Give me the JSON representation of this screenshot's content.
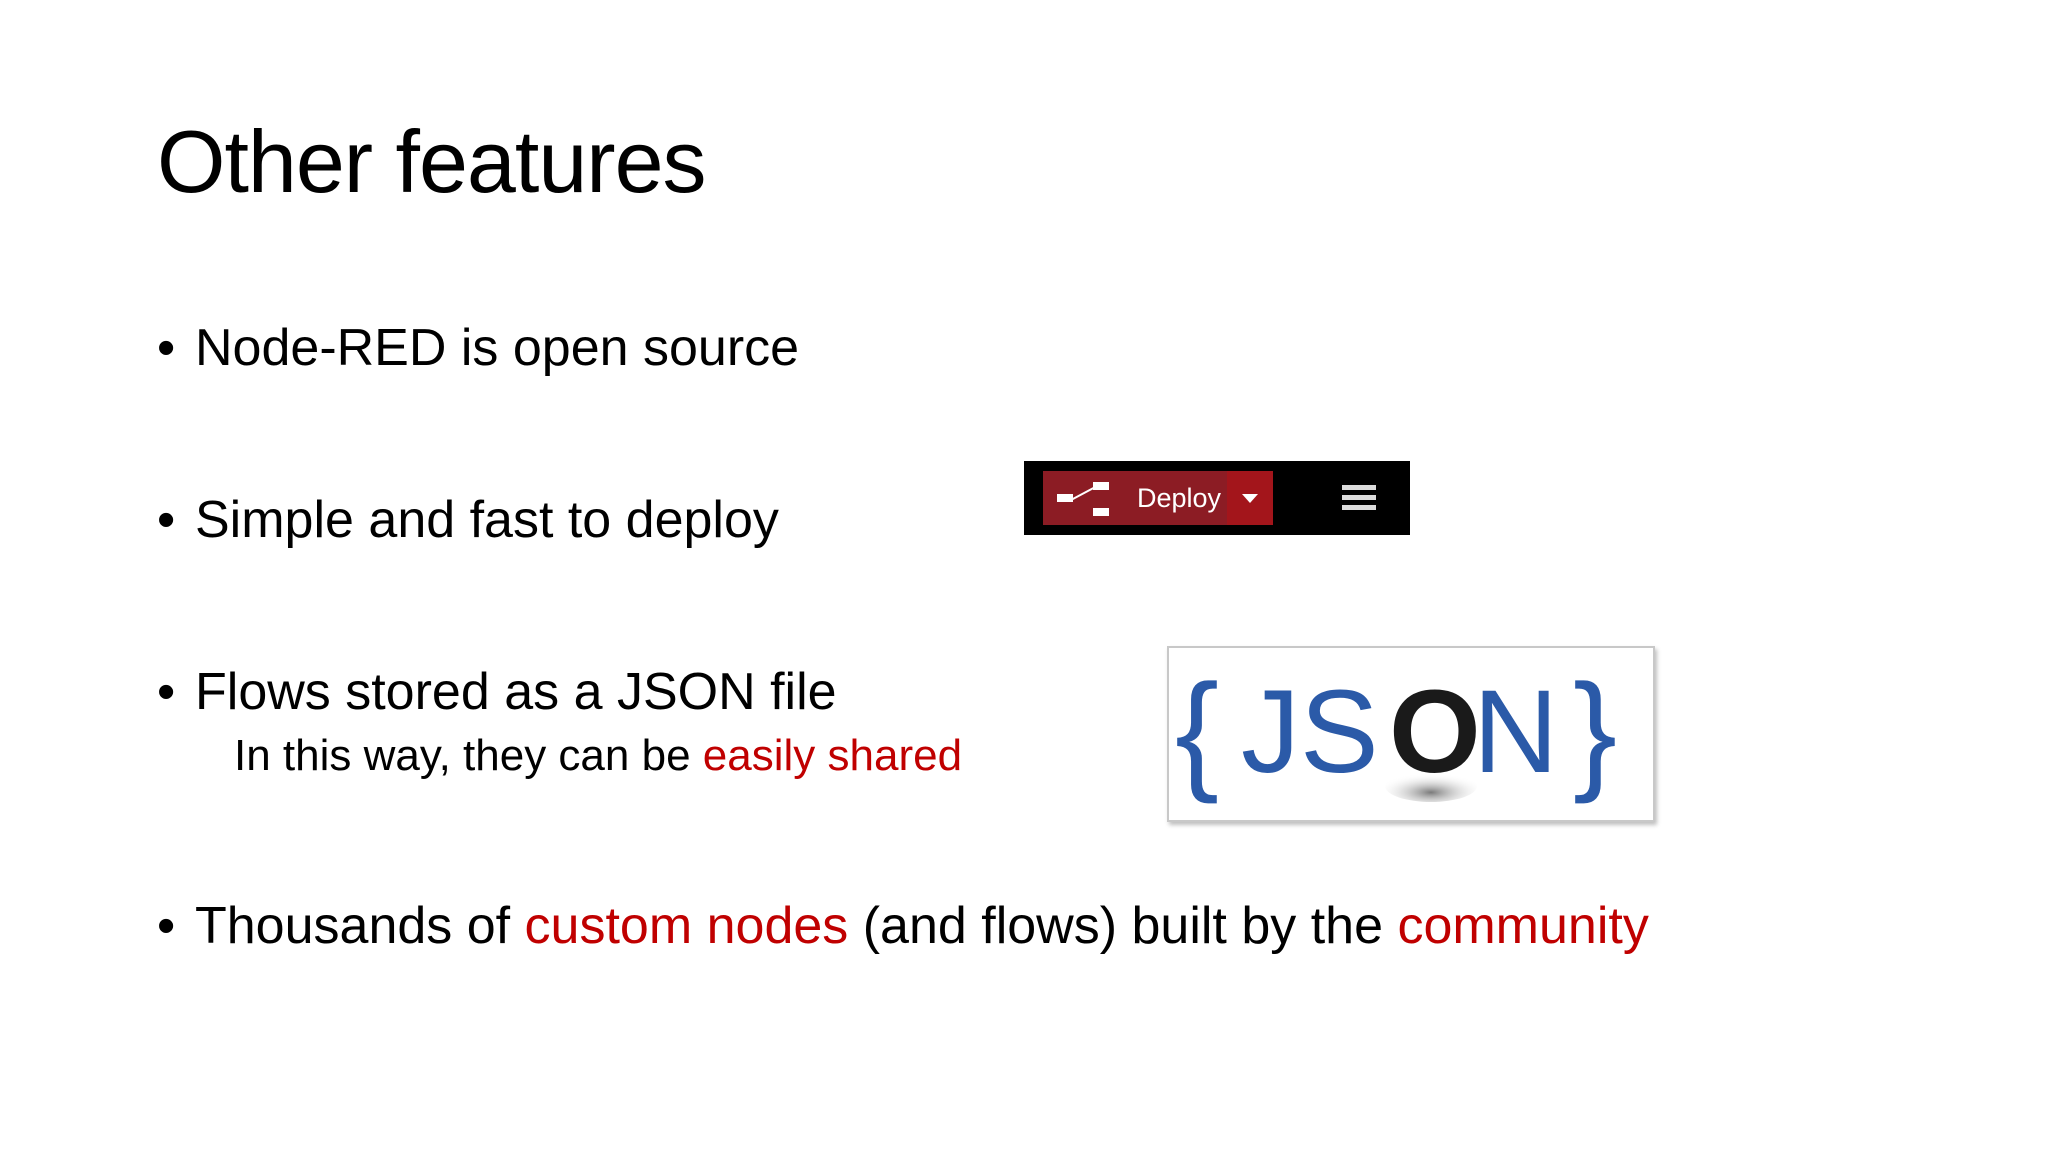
{
  "slide": {
    "title": "Other features",
    "bullets": [
      {
        "text": "Node-RED is open source"
      },
      {
        "text": "Simple and fast to deploy"
      },
      {
        "text": "Flows stored as a JSON file"
      },
      {
        "text_parts": [
          "Thousands of ",
          "custom nodes",
          " (and flows) built by the ",
          "community"
        ]
      }
    ],
    "sub_line": {
      "prefix": "In this way, they can be ",
      "highlight": "easily shared"
    },
    "bullet_glyph": "•",
    "highlight_color": "#c00000"
  },
  "deploy_toolbar": {
    "button_label": "Deploy",
    "icons": [
      "deploy-flow-icon",
      "caret-down-icon",
      "menu-icon"
    ]
  },
  "json_logo": {
    "brace_open": "{",
    "letters": "JS",
    "o_glyph": "O",
    "end_letter": "N",
    "brace_close": "}",
    "colors": {
      "brand": "#2b5aa8",
      "o_dark": "#1a1a1a"
    }
  }
}
